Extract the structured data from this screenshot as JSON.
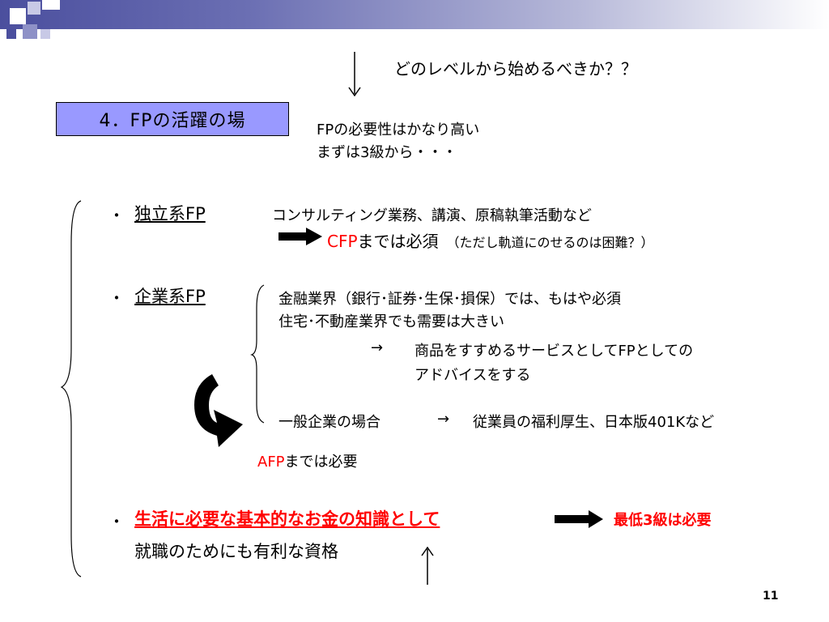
{
  "top_question": "どのレベルから始めるべきか？？",
  "section_title": "4．FPの活躍の場",
  "intro": {
    "line1": "FPの必要性はかなり高い",
    "line2": "まずは3級から・・・"
  },
  "independent": {
    "bullet": "・",
    "label": "独立系FP",
    "description": "コンサルティング業務、講演、原稿執筆活動など",
    "requirement": "CFP",
    "requirement_suffix": "までは必須",
    "note": "（ただし軌道にのせるのは困難？）"
  },
  "corporate": {
    "bullet": "・",
    "label": "企業系FP",
    "line1": "金融業界（銀行･証券･生保･損保）では、もはや必須",
    "line2": "住宅･不動産業界でも需要は大きい",
    "arrow_glyph": "→",
    "line3": "商品をすすめるサービスとしてFPとしての",
    "line4": "アドバイスをする",
    "general_company": "一般企業の場合",
    "general_arrow": "→",
    "general_benefit": "従業員の福利厚生、日本版401Kなど",
    "afp_requirement": "AFP",
    "afp_suffix": "までは必要"
  },
  "basic": {
    "bullet": "・",
    "label": "生活に必要な基本的なお金の知識として",
    "result": "最低3級は必要",
    "line2": "就職のためにも有利な資格"
  },
  "page_number": "11",
  "colors": {
    "title_box": "#9999ff",
    "accent_red": "#ff0000",
    "deco_blue": "#4b4f9e"
  }
}
